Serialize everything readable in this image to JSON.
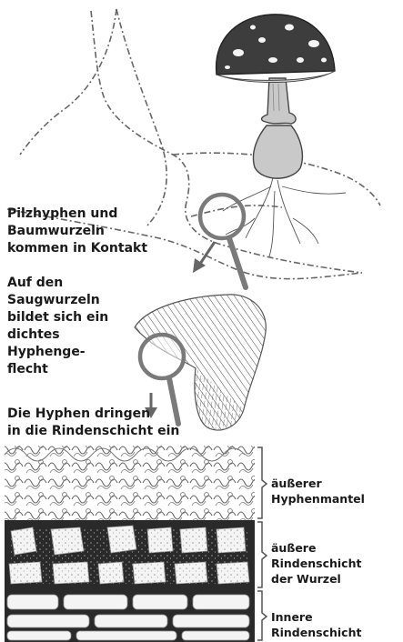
{
  "labels": {
    "contact": "Pilzhyphen und\nBaumwurzeln\nkommen in Kontakt",
    "mesh": "Auf den\nSaugwurzeln\nbildet sich ein\ndichtes\nHyphenge-\nflecht",
    "penetrate": "Die Hyphen dringen\nin die Rindenschicht ein"
  },
  "layers": {
    "outer_mantle": "äußerer Hyphenmantel",
    "outer_cortex": "äußere Rindenschicht\nder Wurzel",
    "inner_cortex": "Innere Rindenschicht"
  },
  "colors": {
    "cap": "#3d3d3d",
    "stem": "#c9c9c9",
    "magnifier": "#7a7a7a",
    "outline": "#555555",
    "cortex_bg": "#2a2a2a",
    "cell": "#f4f4f4"
  },
  "icons": [
    "fly-agaric-mushroom-icon",
    "magnifier-icon",
    "arrow-down-icon",
    "bracket-icon"
  ]
}
